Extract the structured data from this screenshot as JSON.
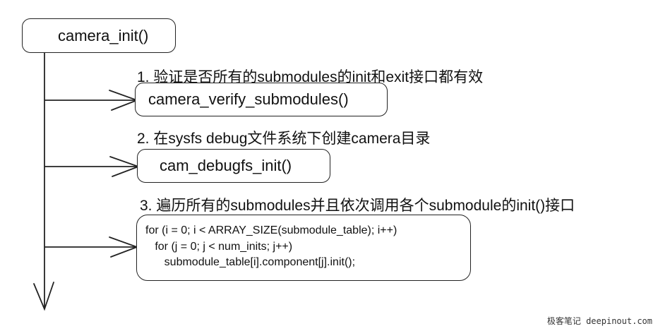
{
  "nodes": {
    "camera_init": "camera_init()",
    "verify": "camera_verify_submodules()",
    "debugfs": "cam_debugfs_init()"
  },
  "steps": [
    "1. 验证是否所有的submodules的init和exit接口都有效",
    "2. 在sysfs debug文件系统下创建camera目录",
    "3. 遍历所有的submodules并且依次调用各个submodule的init()接口"
  ],
  "code_lines": [
    "for (i = 0; i < ARRAY_SIZE(submodule_table); i++)",
    "   for (j = 0; j < num_inits; j++)",
    "      submodule_table[i].component[j].init();"
  ],
  "watermark": "极客笔记 deepinout.com",
  "colors": {
    "stroke": "#222222",
    "background": "#ffffff"
  }
}
